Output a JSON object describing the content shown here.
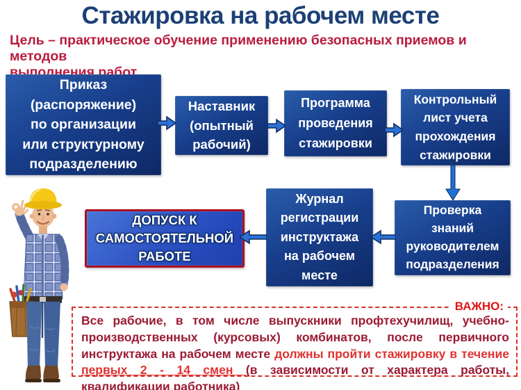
{
  "slide": {
    "title": "Стажировка на рабочем месте",
    "goal": "Цель – практическое обучение применению безопасных приемов и методов\nвыполнения работ"
  },
  "flow": {
    "order": "Приказ\n(распоряжение)\nпо организации\nили структурному\nподразделению",
    "mentor": "Наставник\n(опытный\nрабочий)",
    "program": "Программа\nпроведения\nстажировки",
    "control_sheet": "Контрольный\nлист учета\nпрохождения\nстажировки",
    "knowledge_check": "Проверка\nзнаний\nруководителем\nподразделения",
    "journal": "Журнал\nрегистрации\nинструктажа\nна рабочем\nместе",
    "admission": "ДОПУСК К\nСАМОСТОЯТЕЛЬНОЙ\nРАБОТЕ"
  },
  "important": {
    "label": "ВАЖНО:",
    "segments": [
      {
        "text": "Все рабочие, в том числе выпускники профтехучилищ, учебно-производственных (курсовых) комбинатов, после первичного инструктажа на рабочем месте ",
        "style": "dark"
      },
      {
        "text": "должны пройти стажировку в течение ",
        "style": "bright"
      },
      {
        "text": "первых 2 - 14 смен ",
        "style": "bright_underline"
      },
      {
        "text": "(в зависимости от характера работы, квалификации работника)",
        "style": "dark"
      }
    ]
  },
  "colors": {
    "title_text": "#1c4076",
    "goal_text": "#b91c3c",
    "box_gradient_top": "#2a5dab",
    "box_gradient_bottom": "#0e2864",
    "admission_fill": "#2b51c2",
    "admission_border": "#ab0e20",
    "arrow_blue": "#2b72d8",
    "arrow_outline": "#122c5e",
    "important_dark_text": "#9b1b33",
    "important_bright_text": "#e03131",
    "important_dashed_border": "#d93025",
    "helmet_yellow": "#f5c816"
  }
}
